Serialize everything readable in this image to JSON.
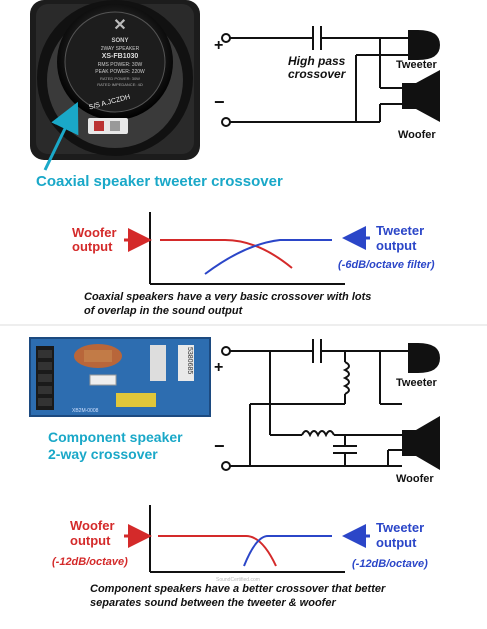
{
  "top": {
    "speaker_label": {
      "brand": "SONY",
      "line1": "2WAY SPEAKER",
      "line2": "XS-FB1030",
      "line3": "RMS POWER: 30W",
      "line4": "PEAK POWER: 220W",
      "line5": "RATED POWER: 30W",
      "line6": "RATED IMPEDANCE: 4Ω",
      "stamp": "S/S A.JCZDH"
    },
    "caption": "Coaxial speaker tweeter crossover",
    "circuit": {
      "plus": "+",
      "minus": "−",
      "hp_label_1": "High pass",
      "hp_label_2": "crossover",
      "tweeter": "Tweeter",
      "woofer": "Woofer"
    },
    "graph": {
      "woofer_1": "Woofer",
      "woofer_2": "output",
      "tweeter_1": "Tweeter",
      "tweeter_2": "output",
      "filter_note": "(-6dB/octave filter)",
      "desc_1": "Coaxial speakers have a very basic crossover with lots",
      "desc_2": "of overlap in the sound output"
    }
  },
  "bottom": {
    "board_text": {
      "part": "5380685",
      "model": "XB2M-0008"
    },
    "caption_1": "Component speaker",
    "caption_2": "2-way crossover",
    "circuit": {
      "plus": "+",
      "minus": "−",
      "tweeter": "Tweeter",
      "woofer": "Woofer"
    },
    "graph": {
      "woofer_1": "Woofer",
      "woofer_2": "output",
      "woofer_note": "(-12dB/octave)",
      "tweeter_1": "Tweeter",
      "tweeter_2": "output",
      "tweeter_note": "(-12dB/octave)",
      "desc_1": "Component speakers have a better crossover that better",
      "desc_2": "separates sound between the tweeter & woofer"
    },
    "watermark": "SoundCertified.com"
  },
  "colors": {
    "red": "#d42a2a",
    "blue": "#2b46c8",
    "cyan": "#1aa8c8",
    "dark": "#111111",
    "board": "#2d6db0"
  }
}
